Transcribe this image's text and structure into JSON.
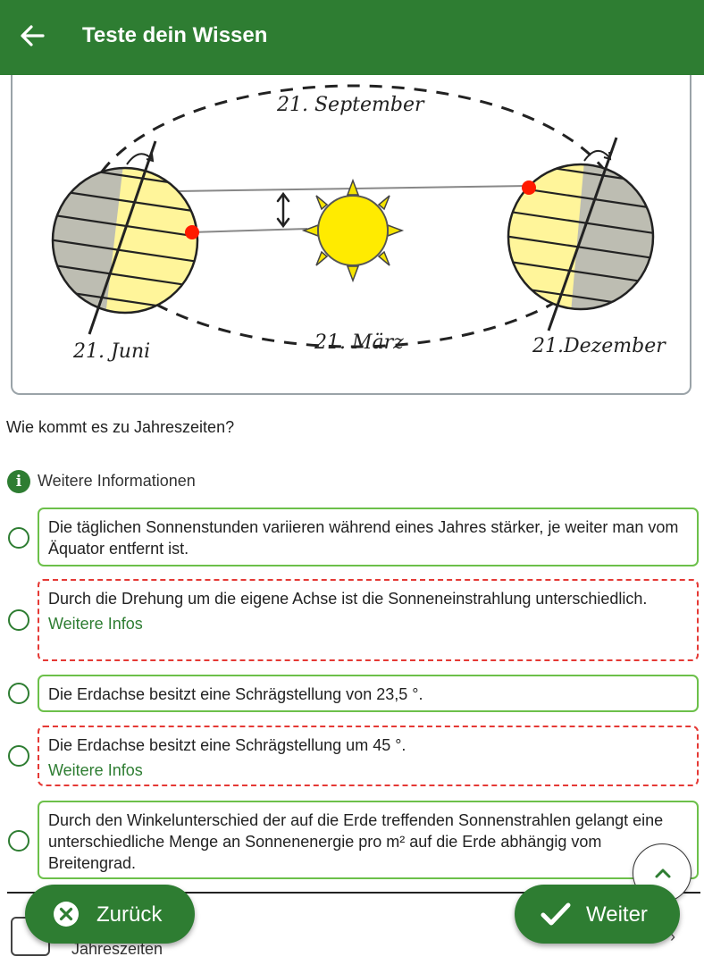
{
  "appbar": {
    "title": "Teste dein Wissen",
    "back_icon": "arrow-left-icon"
  },
  "figure": {
    "label_september": "21. September",
    "label_juni": "21. Juni",
    "label_maerz": "21. März",
    "label_dezember": "21.Dezember"
  },
  "question": "Wie kommt es zu Jahreszeiten?",
  "info": {
    "label": "Weitere Informationen",
    "icon": "info-icon"
  },
  "options": [
    {
      "text": "Die täglichen Sonnenstunden variieren während eines Jahres stärker, je weiter man vom Äquator entfernt ist.",
      "state": "correct"
    },
    {
      "text": "Durch die Drehung um die eigene Achse ist die Sonneneinstrahlung unterschiedlich.",
      "more": "Weitere Infos",
      "state": "wrong"
    },
    {
      "text": "Die Erdachse besitzt eine Schrägstellung von 23,5 °.",
      "state": "correct"
    },
    {
      "text": "Die Erdachse besitzt eine Schrägstellung um 45 °.",
      "more": "Weitere Infos",
      "state": "wrong"
    },
    {
      "text": "Durch den Winkelunterschied der auf die Erde treffenden Sonnenstrahlen gelangt eine unterschiedliche Menge an Sonnenenergie pro m² auf die Erde abhängig vom Breitengrad.",
      "state": "correct"
    }
  ],
  "bottom_item": {
    "name": "Jahreszeiten"
  },
  "buttons": {
    "back": "Zurück",
    "next": "Weiter"
  },
  "colors": {
    "primary": "#2e7d32",
    "correct_border": "#6cc04a",
    "wrong_border": "#e53935",
    "link": "#2e7d32"
  }
}
